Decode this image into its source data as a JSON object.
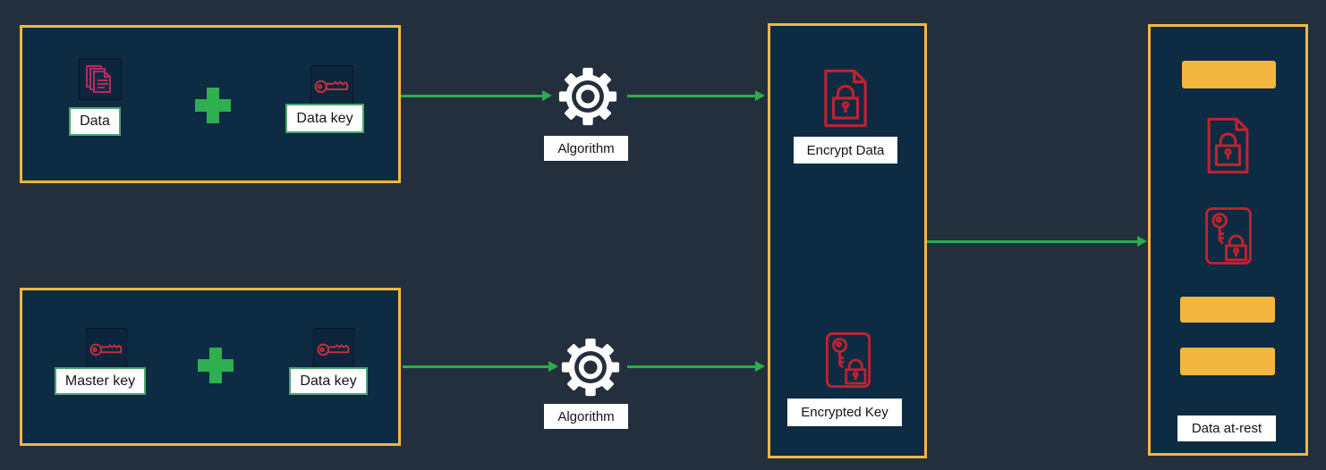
{
  "diagram": {
    "top_input_group": {
      "data": {
        "label": "Data",
        "icon": "document-stack-icon"
      },
      "operator": "plus-icon",
      "data_key": {
        "label": "Data key",
        "icon": "key-icon"
      }
    },
    "bottom_input_group": {
      "master_key": {
        "label": "Master key",
        "icon": "key-icon"
      },
      "operator": "plus-icon",
      "data_key": {
        "label": "Data key",
        "icon": "key-icon"
      }
    },
    "algorithm_top": {
      "label": "Algorithm",
      "icon": "gear-icon"
    },
    "algorithm_bottom": {
      "label": "Algorithm",
      "icon": "gear-icon"
    },
    "output_group": {
      "encrypt_data": {
        "label": "Encrypt Data",
        "icon": "encrypted-document-icon"
      },
      "encrypted_key": {
        "label": "Encrypted Key",
        "icon": "encrypted-key-icon"
      }
    },
    "storage_group": {
      "label": "Data at-rest",
      "items": [
        "yellow-bar",
        "encrypted-document-icon",
        "encrypted-key-icon",
        "yellow-bar",
        "yellow-bar"
      ]
    },
    "arrows": [
      "top-input-to-algorithm",
      "algorithm-to-output-top",
      "bottom-input-to-algorithm",
      "algorithm-to-output-bottom",
      "output-to-storage"
    ]
  },
  "colors": {
    "background": "#242F3E",
    "panel_fill": "#0D2B43",
    "panel_border": "#F3B73F",
    "arrow_green": "#2AAE4E",
    "plus_green": "#2FAF4F",
    "icon_red": "#BF232E",
    "icon_pink": "#B52A5B",
    "bar_yellow": "#F3B73F",
    "label_border_green": "#4AA56F",
    "gear_white": "#FFFFFF"
  }
}
